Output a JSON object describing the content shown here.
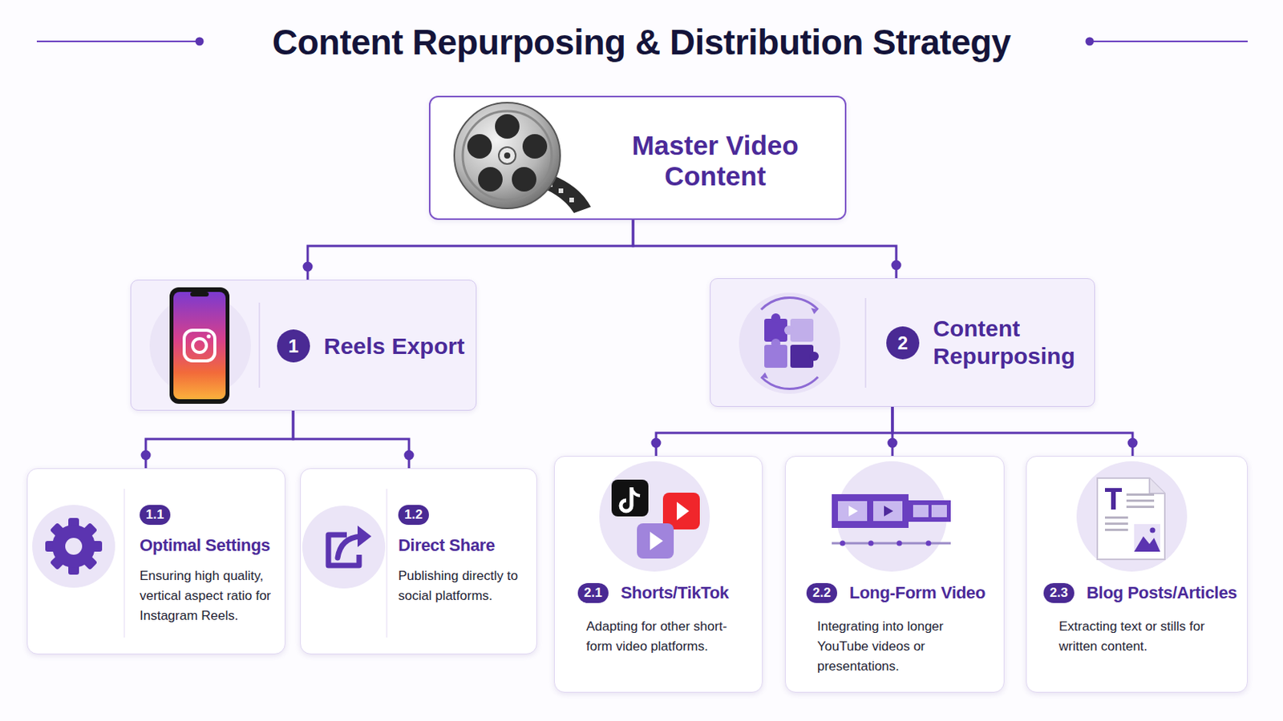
{
  "diagram": {
    "title": "Content Repurposing & Distribution Strategy",
    "nodes": [
      {
        "text": [
          "Master Video Content"
        ]
      },
      {
        "text": [
          "1",
          "Reels Export"
        ]
      },
      {
        "text": [
          "2",
          "Content Repurposing"
        ]
      },
      {
        "text": [
          "1.1",
          "Optimal Settings",
          "Ensuring high quality, vertical aspect ratio for Instagram Reels."
        ]
      },
      {
        "text": [
          "1.2",
          "Direct Share",
          "Publishing directly to social platforms."
        ]
      },
      {
        "text": [
          "2.1",
          "Shorts/TikTok",
          "Adapting for other short-form video platforms."
        ]
      },
      {
        "text": [
          "2.2",
          "Long-Form Video",
          "Integrating into longer YouTube videos or presentations."
        ]
      },
      {
        "text": [
          "2.3",
          "Blog Posts/Articles",
          "Extracting text or stills for written content."
        ]
      }
    ],
    "edges": [
      {
        "from": 0,
        "to": 1,
        "arrow": "none"
      },
      {
        "from": 0,
        "to": 2,
        "arrow": "none"
      },
      {
        "from": 1,
        "to": 3,
        "arrow": "none"
      },
      {
        "from": 1,
        "to": 4,
        "arrow": "none"
      },
      {
        "from": 2,
        "to": 5,
        "arrow": "none"
      },
      {
        "from": 2,
        "to": 6,
        "arrow": "none"
      },
      {
        "from": 2,
        "to": 7,
        "arrow": "none"
      }
    ]
  }
}
